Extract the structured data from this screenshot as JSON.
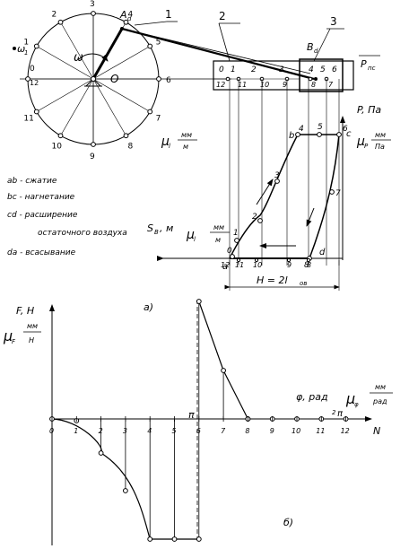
{
  "mechanism": {
    "crank_labels": [
      "3",
      "4",
      "5",
      "6",
      "7",
      "8",
      "9",
      "10",
      "11",
      "12",
      "1",
      "2"
    ],
    "left_zero": "0",
    "left_twelve": "12",
    "center": "O",
    "crank_end": "A",
    "crank_end_sub": "d",
    "slider": "B",
    "slider_sub": "d",
    "callouts": [
      "1",
      "2",
      "3"
    ],
    "omega": "ω",
    "omega_sub": "1",
    "piston_force": "P",
    "piston_force_sub": "пс",
    "top_row": [
      "0",
      "1",
      "2",
      "3",
      "4",
      "5",
      "6"
    ],
    "bottom_row": [
      "12",
      "11",
      "10",
      "9",
      "8",
      "7"
    ]
  },
  "indicator": {
    "y_axis_label": "P, Па",
    "x_axis_label": "S",
    "x_axis_sub": "B",
    "x_axis_unit": ", м",
    "scale_p": "μ",
    "scale_p_sub": "P",
    "scale_p_num": "мм",
    "scale_p_den": "Па",
    "scale_s_mu": "μ",
    "scale_s_sub": "l",
    "scale_s_num": "мм",
    "scale_s_den": "м",
    "scale_mm_mu": "μ",
    "scale_mm_sub": "l",
    "scale_mm_num": "мм",
    "scale_mm_den": "м",
    "points": [
      "0",
      "1",
      "2",
      "3",
      "4",
      "5",
      "6",
      "7",
      "8"
    ],
    "letters": [
      "a",
      "b",
      "c",
      "d"
    ],
    "bottom_labels": [
      "12",
      "11",
      "10",
      "9",
      "8"
    ],
    "stroke_label": "H = 2l",
    "stroke_sub": "ов",
    "fig_label": "а)"
  },
  "legend": [
    "ab - сжатие",
    "bc - нагнетание",
    "cd - расширение",
    "остаточного воздуха",
    "da - всасывание"
  ],
  "force_chart": {
    "y_axis_label": "F, Н",
    "y_scale_mu": "μ",
    "y_scale_sub": "F",
    "y_scale_num": "мм",
    "y_scale_den": "Н",
    "x_axis_label": "N",
    "phi_label": "φ, рад",
    "phi_mu": "μ",
    "phi_mu_sub": "φ",
    "phi_num": "мм",
    "phi_den": "рад",
    "two_pi": "2",
    "pi_symbol": "π",
    "pi_marker": "π",
    "ticks": [
      "0",
      "1",
      "2",
      "3",
      "4",
      "5",
      "6",
      "7",
      "8",
      "9",
      "10",
      "11",
      "12"
    ],
    "fig_label": "б)"
  }
}
